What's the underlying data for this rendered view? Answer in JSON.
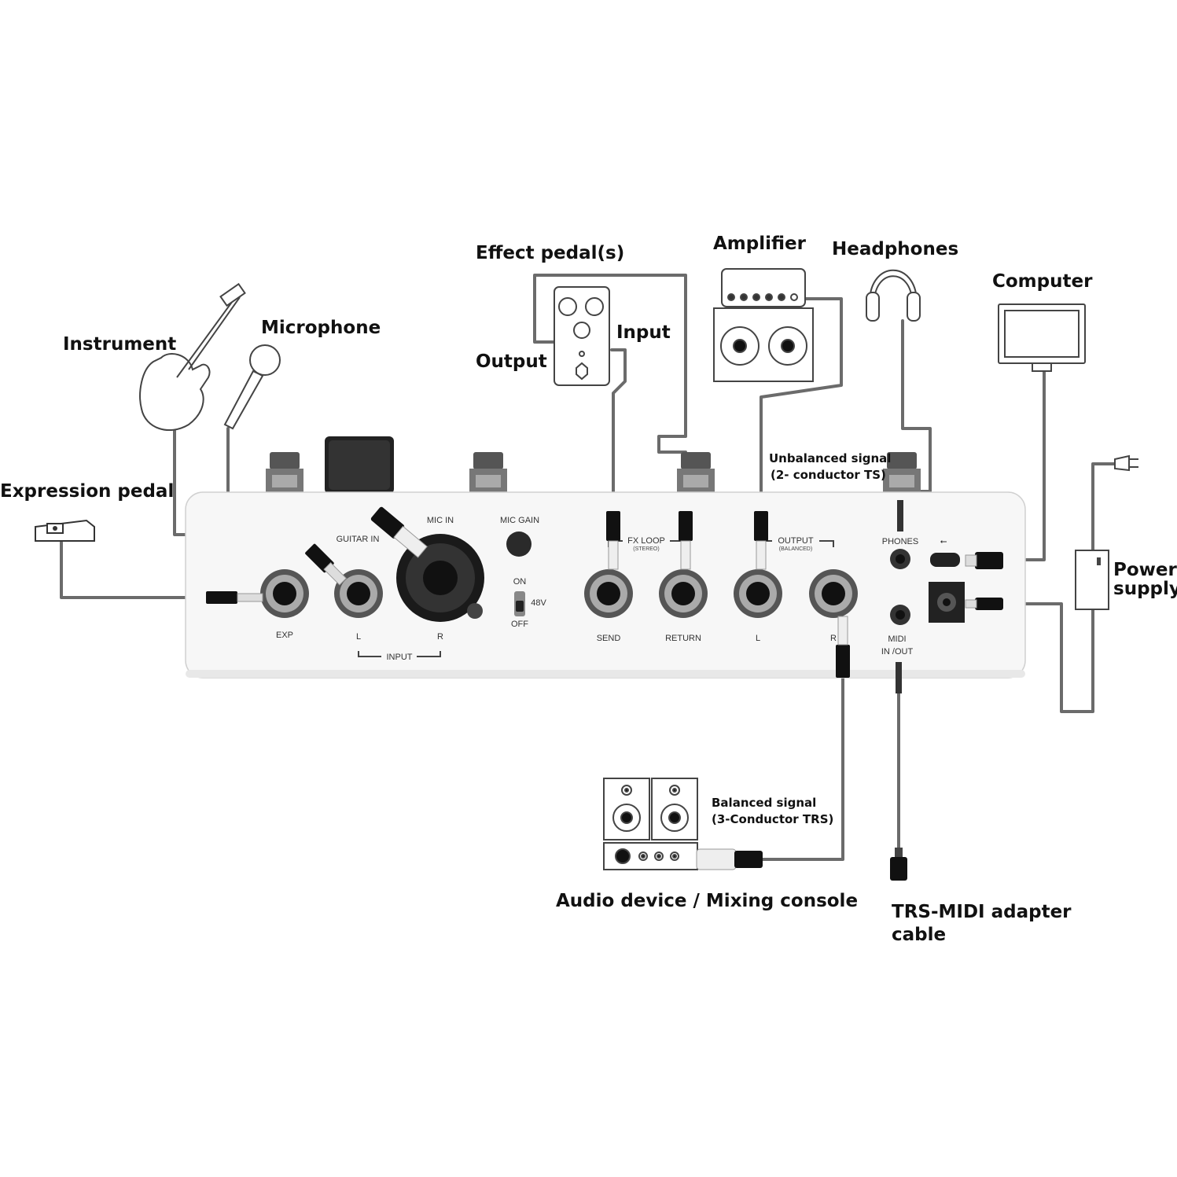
{
  "devices": {
    "instrument": "Instrument",
    "microphone": "Microphone",
    "expression_pedal": "Expression pedal",
    "effect_pedals": "Effect pedal(s)",
    "effect_input": "Input",
    "effect_output": "Output",
    "amplifier": "Amplifier",
    "headphones": "Headphones",
    "computer": "Computer",
    "power_supply_line1": "Power",
    "power_supply_line2": "supply",
    "audio_device": "Audio device / Mixing console",
    "midi_cable_line1": "TRS-MIDI adapter",
    "midi_cable_line2": "cable"
  },
  "notes": {
    "unbalanced_line1": "Unbalanced signal",
    "unbalanced_line2": "(2- conductor TS)",
    "balanced_line1": "Balanced signal",
    "balanced_line2": "(3-Conductor TRS)"
  },
  "panel": {
    "guitar_in": "GUITAR IN",
    "mic_in": "MIC IN",
    "mic_gain": "MIC GAIN",
    "on": "ON",
    "off": "OFF",
    "v48": "48V",
    "exp": "EXP",
    "input_l": "L",
    "input_r": "R",
    "input": "INPUT",
    "fx_loop": "FX LOOP",
    "fx_stereo": "(STEREO)",
    "send": "SEND",
    "return": "RETURN",
    "output": "OUTPUT",
    "output_balanced": "(BALANCED)",
    "output_l": "L",
    "output_r": "R",
    "phones": "PHONES",
    "midi": "MIDI",
    "midi_inout": "IN /OUT"
  }
}
